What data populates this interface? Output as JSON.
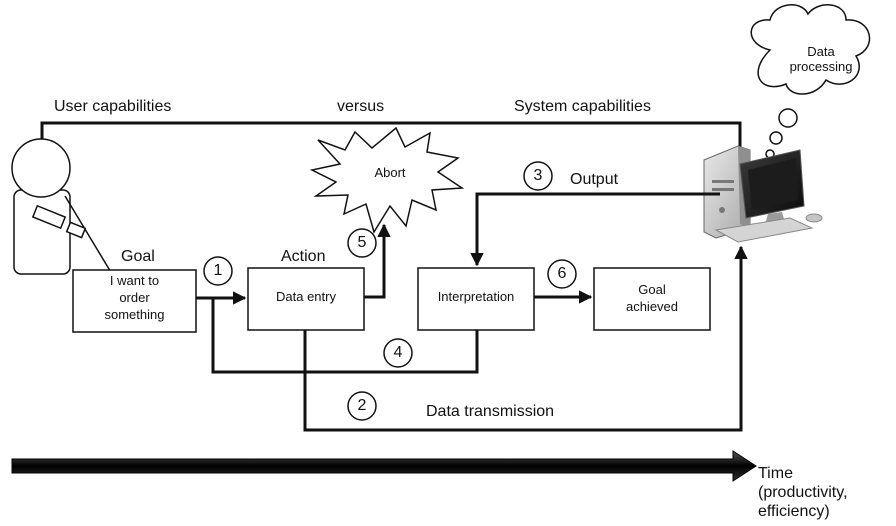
{
  "header": {
    "user_capabilities": "User capabilities",
    "versus": "versus",
    "system_capabilities": "System capabilities"
  },
  "cloud_text": "Data\nprocessing",
  "abort_text": "Abort",
  "goal_label": "Goal",
  "action_label": "Action",
  "boxes": {
    "goal": "I want to\norder\nsomething",
    "data_entry": "Data entry",
    "interpretation": "Interpretation",
    "goal_achieved": "Goal\nachieved"
  },
  "steps": {
    "s1": "1",
    "s2": "2",
    "s3": "3",
    "s4": "4",
    "s5": "5",
    "s6": "6"
  },
  "output_label": "Output",
  "data_transmission_label": "Data transmission",
  "time_label": "Time\n(productivity,\nefficiency)",
  "icons": [
    "user-figure-icon",
    "computer-icon",
    "thought-cloud-icon",
    "abort-burst-icon"
  ]
}
